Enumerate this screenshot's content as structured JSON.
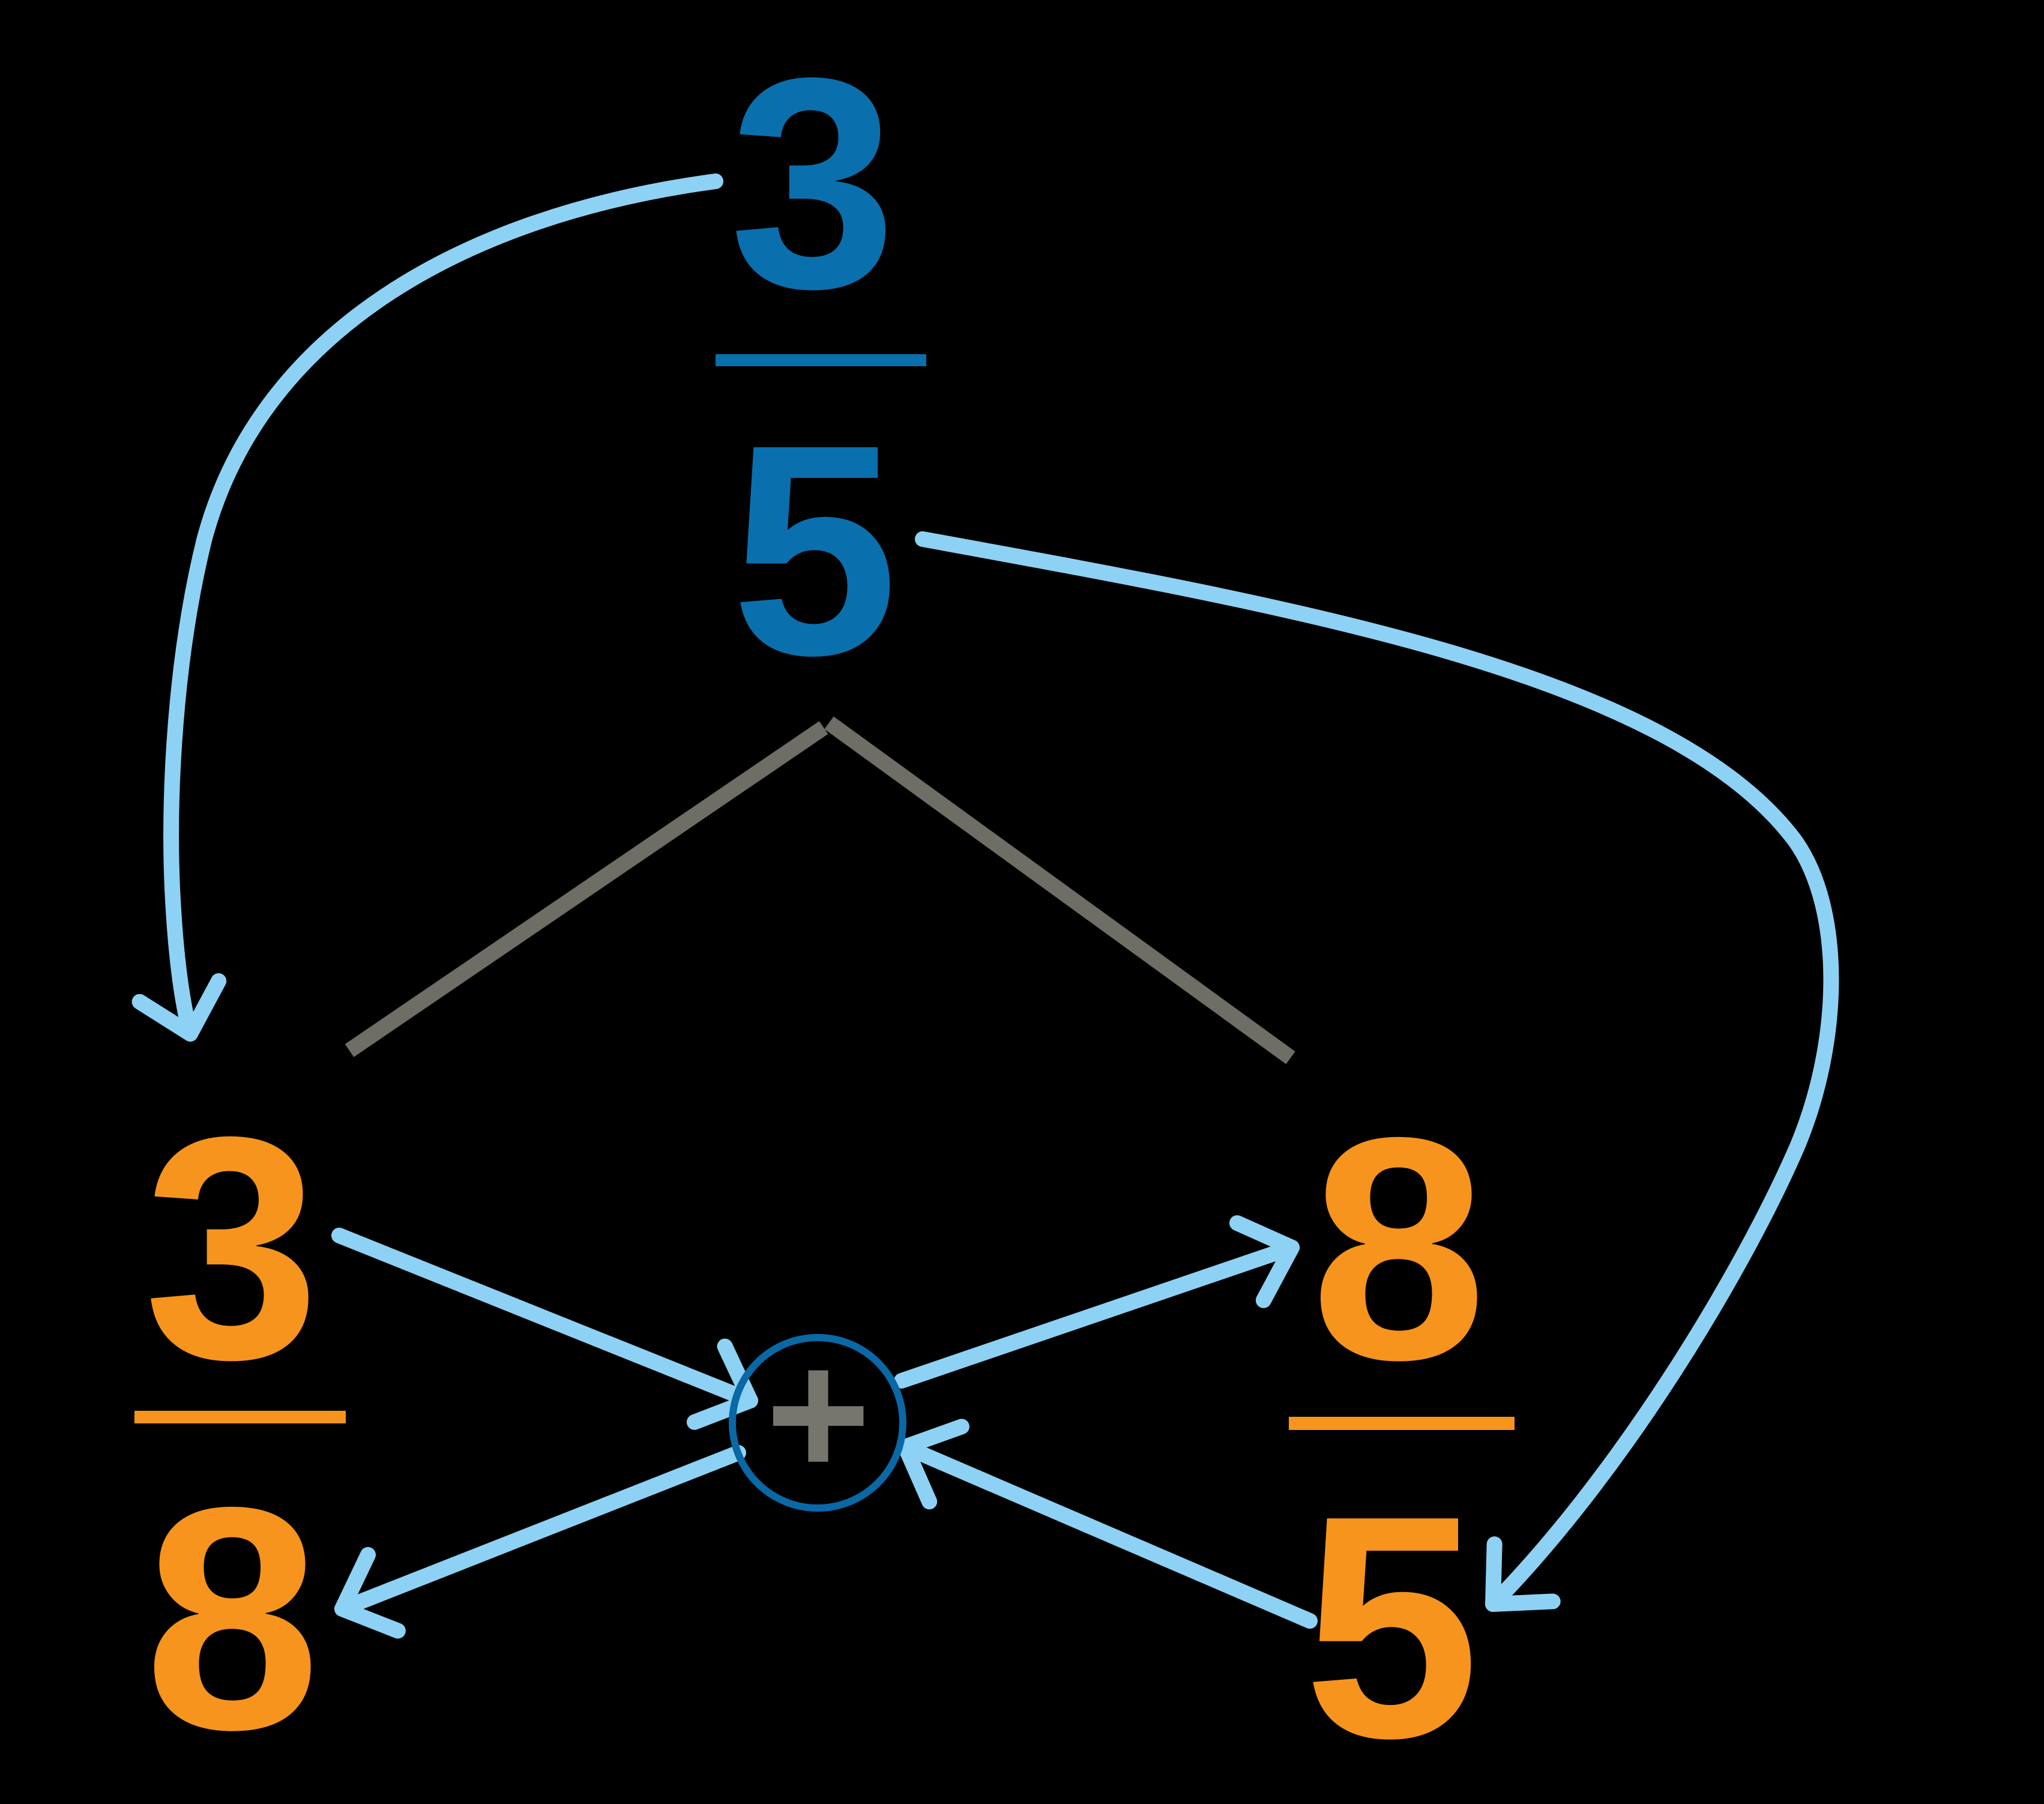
{
  "colors": {
    "background": "#000000",
    "fraction_blue": "#0a6fad",
    "fraction_orange": "#f7941d",
    "arrow_light_blue": "#8dd2f4",
    "branch_line_gray": "#6e6e67",
    "plus_sign_gray": "#76766f",
    "plus_circle_outline_blue": "#0968a5"
  },
  "top_fraction": {
    "numerator": "3",
    "denominator": "5"
  },
  "left_fraction": {
    "numerator": "3",
    "denominator": "8"
  },
  "right_fraction": {
    "numerator": "8",
    "denominator": "5"
  },
  "operator_label": "+"
}
